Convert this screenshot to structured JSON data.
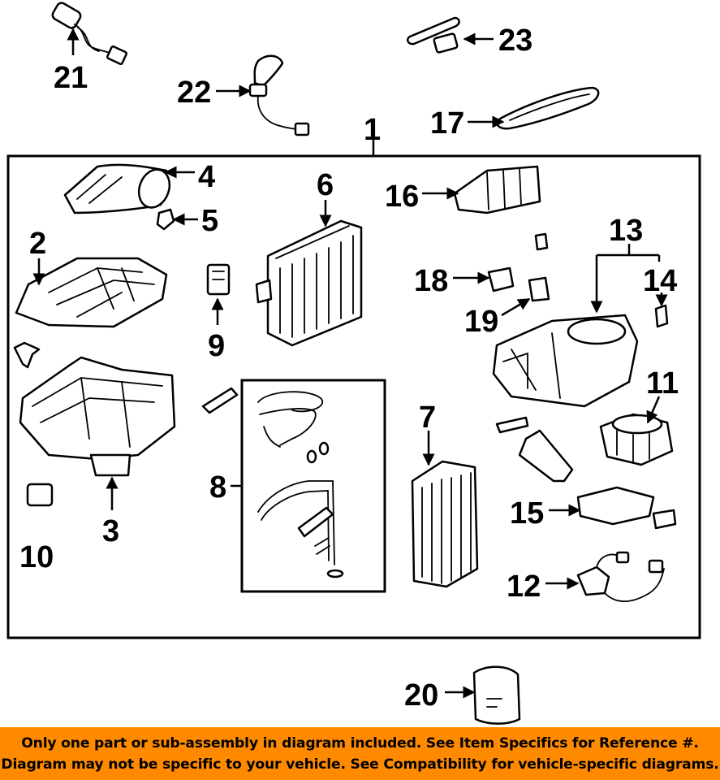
{
  "diagram": {
    "callouts": [
      "1",
      "2",
      "3",
      "4",
      "5",
      "6",
      "7",
      "8",
      "9",
      "10",
      "11",
      "12",
      "13",
      "14",
      "15",
      "16",
      "17",
      "18",
      "19",
      "20",
      "21",
      "22",
      "23"
    ]
  },
  "footer": {
    "line1": "Only one part or sub-assembly in diagram included. See Item Specifics for Reference #.",
    "line2": "Diagram may not be specific to your vehicle. See Compatibility for vehicle-specific diagrams.",
    "background_color": "#ff8a00"
  }
}
